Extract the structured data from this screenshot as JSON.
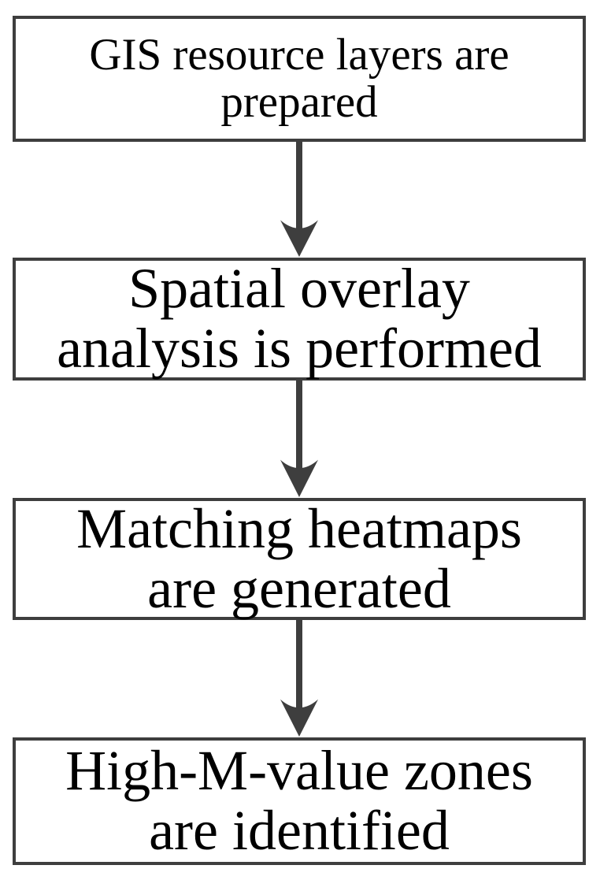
{
  "diagram": {
    "type": "flowchart",
    "direction": "top-to-bottom",
    "colors": {
      "background": "#ffffff",
      "box_fill": "#ffffff",
      "border": "#3e3e3e",
      "arrow": "#3e3e3e",
      "text": "#000000"
    },
    "nodes": [
      {
        "id": "step-1",
        "label": "GIS resource layers are prepared",
        "lines": [
          "GIS resource layers are",
          "prepared"
        ]
      },
      {
        "id": "step-2",
        "label": "Spatial overlay analysis is performed",
        "lines": [
          "Spatial overlay",
          "analysis is performed"
        ]
      },
      {
        "id": "step-3",
        "label": "Matching heatmaps are generated",
        "lines": [
          "Matching heatmaps",
          "are generated"
        ]
      },
      {
        "id": "step-4",
        "label": "High-M-value zones are identified",
        "lines": [
          "High-M-value zones",
          "are identified"
        ]
      }
    ],
    "connectors": [
      {
        "from": "step-1",
        "to": "step-2",
        "style": "straight-down-arrow"
      },
      {
        "from": "step-2",
        "to": "step-3",
        "style": "straight-down-arrow"
      },
      {
        "from": "step-3",
        "to": "step-4",
        "style": "straight-down-arrow"
      }
    ]
  }
}
